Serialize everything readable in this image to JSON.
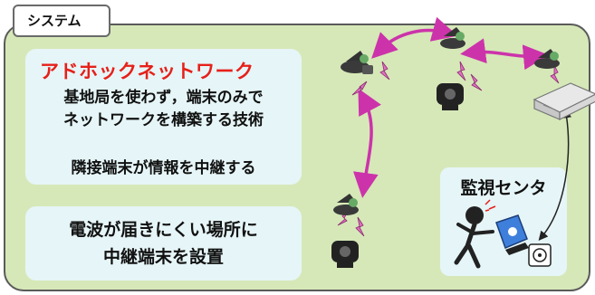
{
  "system_tab": "システム",
  "adhoc": {
    "title": "アドホックネットワーク",
    "desc_line1": "基地局を使わず，端末のみで",
    "desc_line2": "ネットワークを構築する技術",
    "relay": "隣接端末が情報を中継する"
  },
  "relay_box": {
    "line1": "電波が届きにくい場所に",
    "line2": "中継端末を設置"
  },
  "monitoring_center": {
    "label": "監視センタ"
  },
  "colors": {
    "panel_background": "#d6e8b8",
    "info_box_background": "#e6f5f7",
    "highlight_text": "#e6201a",
    "link_line": "#cc33aa",
    "signal": "#e070c0"
  },
  "icons": [
    "antenna-terminal-icon",
    "router-device-icon",
    "operator-person-icon",
    "computer-monitor-icon",
    "hard-disk-icon"
  ]
}
